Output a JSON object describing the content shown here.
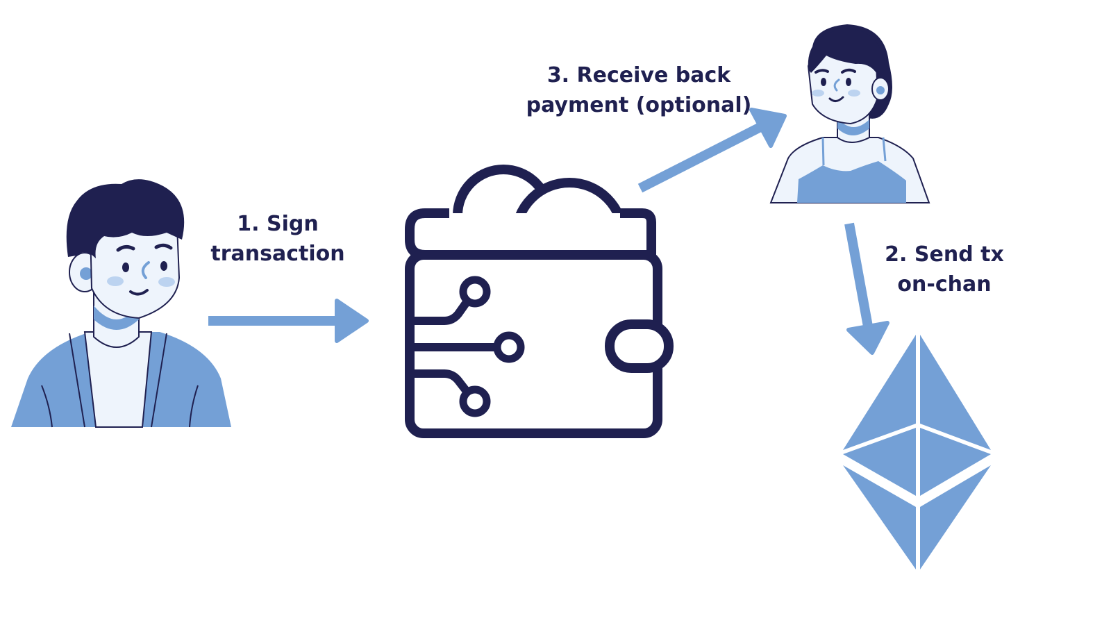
{
  "steps": {
    "step1": {
      "line1": "1. Sign",
      "line2": "transaction"
    },
    "step2": {
      "line1": "2. Send tx",
      "line2": "on-chan"
    },
    "step3": {
      "line1": "3. Receive back",
      "line2": "payment (optional)"
    }
  },
  "actors": [
    "sender-person",
    "crypto-wallet",
    "recipient-person",
    "ethereum-network"
  ],
  "colors": {
    "navy": "#1f2050",
    "blue": "#74a0d6",
    "light": "#eef4fc",
    "blush": "#bcd3f0",
    "white": "#ffffff"
  }
}
